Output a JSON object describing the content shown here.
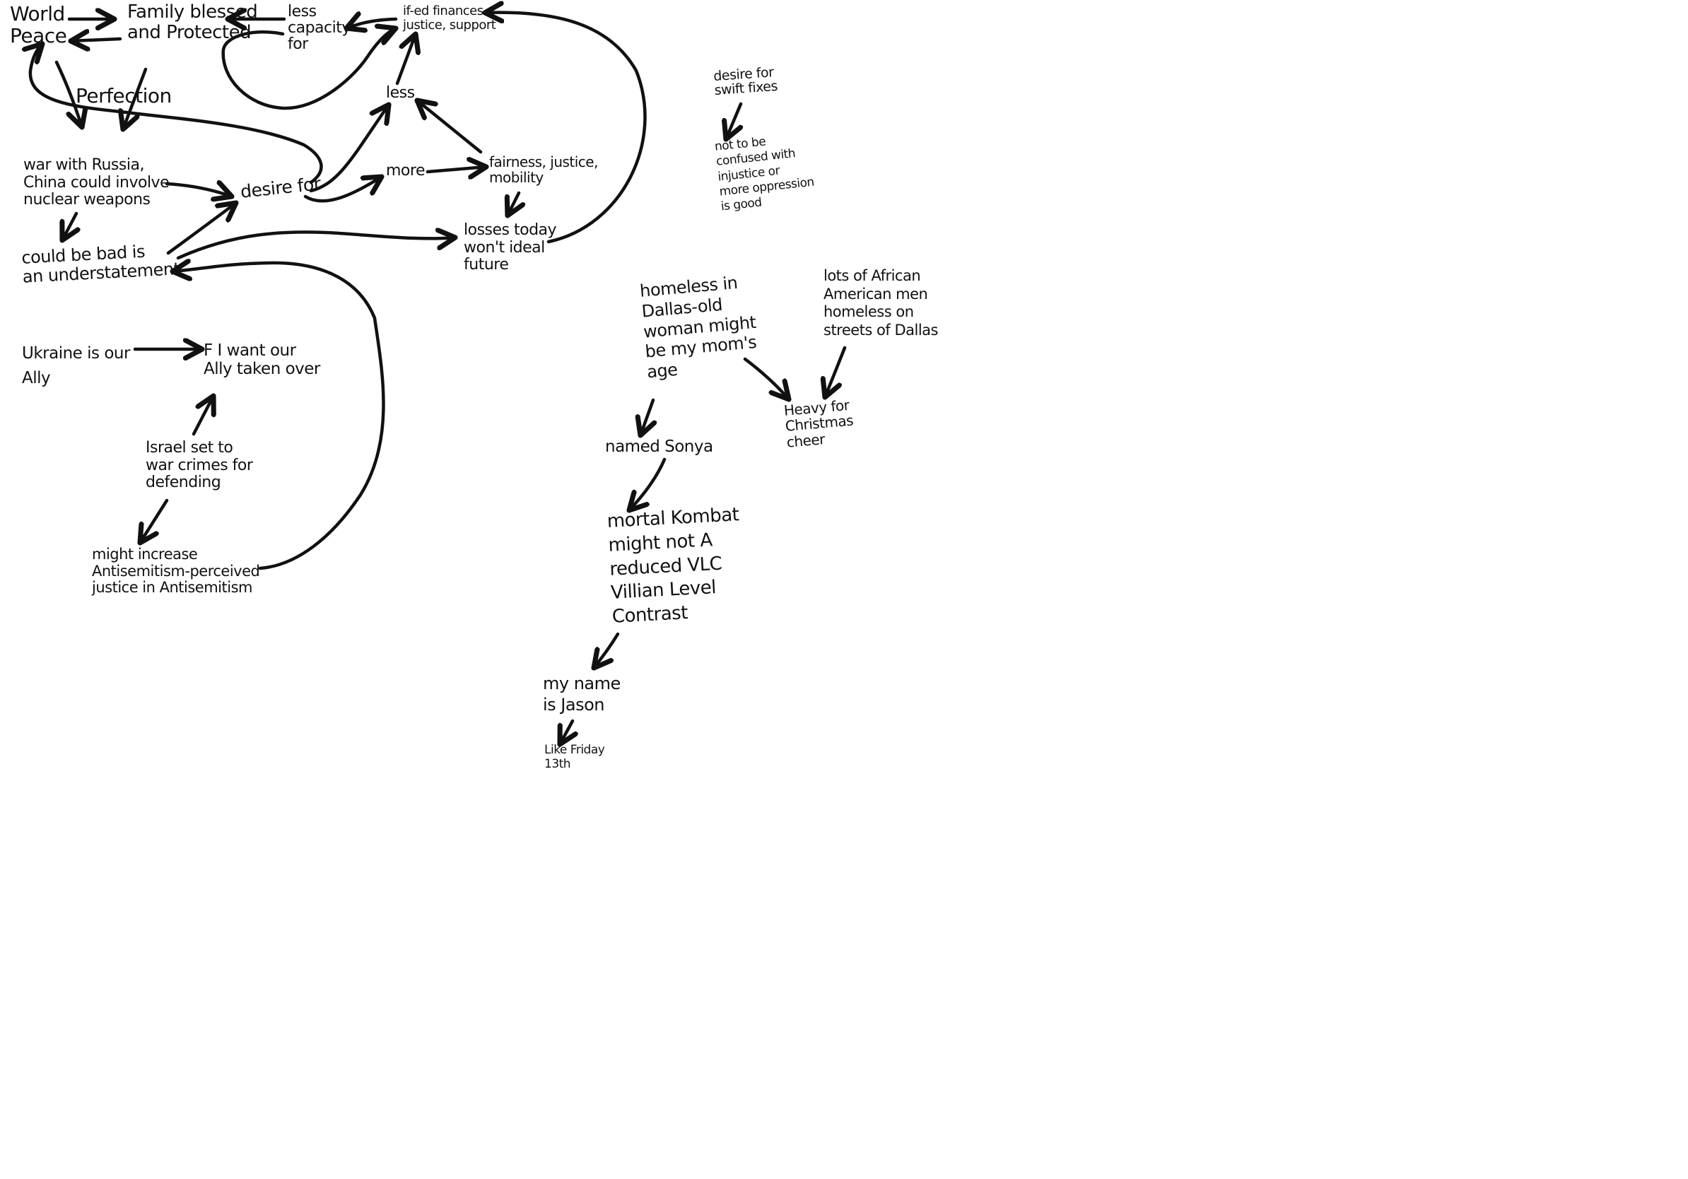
{
  "diagram": {
    "title": "",
    "ink_color": "#111111",
    "background_color": "#ffffff",
    "nodes": [
      {
        "id": "world_peace",
        "lines": [
          "World",
          "Peace"
        ]
      },
      {
        "id": "family_blessed",
        "lines": [
          "Family blessed",
          "and Protected"
        ]
      },
      {
        "id": "perfection",
        "lines": [
          "Perfection"
        ]
      },
      {
        "id": "less_capacity",
        "lines": [
          "less",
          "capacity",
          "for"
        ]
      },
      {
        "id": "ifed_finances",
        "lines": [
          "if-ed finances",
          "justice, support"
        ]
      },
      {
        "id": "less",
        "lines": [
          "less"
        ]
      },
      {
        "id": "war_russia",
        "lines": [
          "war with Russia,",
          "China could involve",
          "nuclear weapons"
        ]
      },
      {
        "id": "desire_for",
        "lines": [
          "desire for"
        ]
      },
      {
        "id": "more",
        "lines": [
          "more"
        ]
      },
      {
        "id": "fairness",
        "lines": [
          "fairness, justice,",
          "mobility"
        ]
      },
      {
        "id": "could_be_bad",
        "lines": [
          "could be bad is",
          "an understatement"
        ]
      },
      {
        "id": "losses_today",
        "lines": [
          "losses today",
          "won't ideal",
          "future"
        ]
      },
      {
        "id": "swift_fixes",
        "lines": [
          "desire for",
          "swift fixes"
        ]
      },
      {
        "id": "not_confused",
        "lines": [
          "not to be",
          "confused with",
          "injustice or",
          "more oppression",
          "is good"
        ]
      },
      {
        "id": "ukraine",
        "lines": [
          "Ukraine is our",
          "Ally"
        ]
      },
      {
        "id": "f_i_want",
        "lines": [
          "F I want our",
          "Ally taken over"
        ]
      },
      {
        "id": "israel",
        "lines": [
          "Israel set to",
          "war crimes for",
          "defending"
        ]
      },
      {
        "id": "might_increase",
        "lines": [
          "might increase",
          "Antisemitism-perceived",
          "justice in Antisemitism"
        ]
      },
      {
        "id": "homeless_dallas",
        "lines": [
          "homeless in",
          "Dallas-old",
          "woman might",
          "be my mom's",
          "age"
        ]
      },
      {
        "id": "lots_african",
        "lines": [
          "lots of African",
          "American men",
          "homeless on",
          "streets of Dallas"
        ]
      },
      {
        "id": "heavy_christmas",
        "lines": [
          "Heavy for",
          "Christmas",
          "cheer"
        ]
      },
      {
        "id": "named_sonya",
        "lines": [
          "named Sonya"
        ]
      },
      {
        "id": "mortal_kombat",
        "lines": [
          "mortal Kombat",
          "might not A",
          "reduced VLC",
          "Villian Level",
          "Contrast"
        ]
      },
      {
        "id": "my_name_jason",
        "lines": [
          "my name",
          "is Jason"
        ]
      },
      {
        "id": "like_friday",
        "lines": [
          "Like Friday",
          "13th"
        ]
      }
    ],
    "edges": [
      {
        "from": "world_peace",
        "to": "family_blessed"
      },
      {
        "from": "family_blessed",
        "to": "world_peace"
      },
      {
        "from": "world_peace",
        "to": "perfection"
      },
      {
        "from": "family_blessed",
        "to": "perfection"
      },
      {
        "from": "less_capacity",
        "to": "family_blessed"
      },
      {
        "from": "ifed_finances",
        "to": "less_capacity"
      },
      {
        "from": "less_capacity",
        "to": "ifed_finances"
      },
      {
        "from": "less",
        "to": "ifed_finances"
      },
      {
        "from": "losses_today",
        "to": "ifed_finances"
      },
      {
        "from": "desire_for",
        "to": "world_peace"
      },
      {
        "from": "desire_for",
        "to": "less"
      },
      {
        "from": "desire_for",
        "to": "more"
      },
      {
        "from": "more",
        "to": "fairness"
      },
      {
        "from": "fairness",
        "to": "less"
      },
      {
        "from": "fairness",
        "to": "losses_today"
      },
      {
        "from": "war_russia",
        "to": "desire_for"
      },
      {
        "from": "war_russia",
        "to": "could_be_bad"
      },
      {
        "from": "could_be_bad",
        "to": "desire_for"
      },
      {
        "from": "could_be_bad",
        "to": "losses_today"
      },
      {
        "from": "might_increase",
        "to": "could_be_bad"
      },
      {
        "from": "swift_fixes",
        "to": "not_confused"
      },
      {
        "from": "ukraine",
        "to": "f_i_want"
      },
      {
        "from": "israel",
        "to": "f_i_want"
      },
      {
        "from": "israel",
        "to": "might_increase"
      },
      {
        "from": "homeless_dallas",
        "to": "heavy_christmas"
      },
      {
        "from": "lots_african",
        "to": "heavy_christmas"
      },
      {
        "from": "homeless_dallas",
        "to": "named_sonya"
      },
      {
        "from": "named_sonya",
        "to": "mortal_kombat"
      },
      {
        "from": "mortal_kombat",
        "to": "my_name_jason"
      },
      {
        "from": "my_name_jason",
        "to": "like_friday"
      }
    ]
  }
}
